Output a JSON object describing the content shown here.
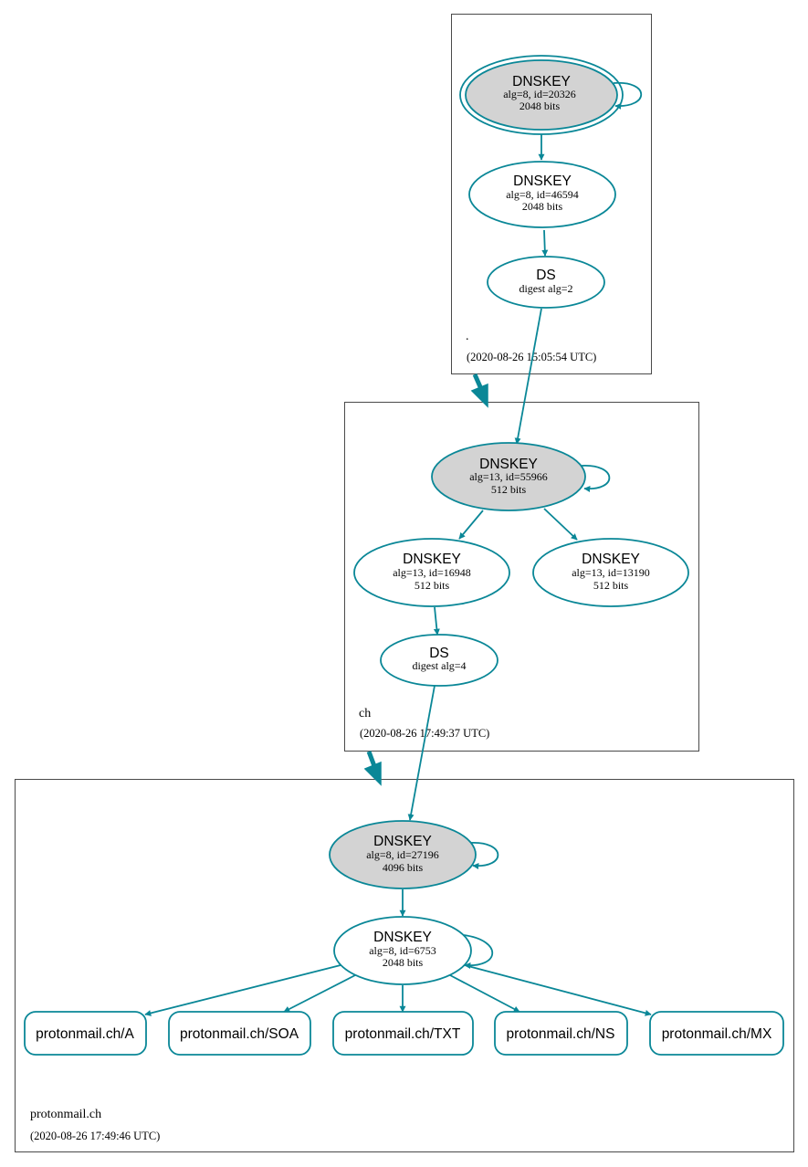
{
  "zones": [
    {
      "id": "root",
      "name": ".",
      "timestamp": "(2020-08-26 15:05:54 UTC)"
    },
    {
      "id": "ch",
      "name": "ch",
      "timestamp": "(2020-08-26 17:49:37 UTC)"
    },
    {
      "id": "protonmail",
      "name": "protonmail.ch",
      "timestamp": "(2020-08-26 17:49:46 UTC)"
    }
  ],
  "nodes": [
    {
      "id": "root_ksk",
      "type": "DNSKEY",
      "title": "DNSKEY",
      "line1": "alg=8, id=20326",
      "line2": "2048 bits",
      "fill": "#d3d3d3",
      "self_loop": true,
      "double_border": true
    },
    {
      "id": "root_zsk",
      "type": "DNSKEY",
      "title": "DNSKEY",
      "line1": "alg=8, id=46594",
      "line2": "2048 bits",
      "fill": "#ffffff"
    },
    {
      "id": "root_ds",
      "type": "DS",
      "title": "DS",
      "line1": "digest alg=2",
      "fill": "#ffffff"
    },
    {
      "id": "ch_ksk",
      "type": "DNSKEY",
      "title": "DNSKEY",
      "line1": "alg=13, id=55966",
      "line2": "512 bits",
      "fill": "#d3d3d3",
      "self_loop": true
    },
    {
      "id": "ch_zsk1",
      "type": "DNSKEY",
      "title": "DNSKEY",
      "line1": "alg=13, id=16948",
      "line2": "512 bits",
      "fill": "#ffffff"
    },
    {
      "id": "ch_zsk2",
      "type": "DNSKEY",
      "title": "DNSKEY",
      "line1": "alg=13, id=13190",
      "line2": "512 bits",
      "fill": "#ffffff"
    },
    {
      "id": "ch_ds",
      "type": "DS",
      "title": "DS",
      "line1": "digest alg=4",
      "fill": "#ffffff"
    },
    {
      "id": "pm_ksk",
      "type": "DNSKEY",
      "title": "DNSKEY",
      "line1": "alg=8, id=27196",
      "line2": "4096 bits",
      "fill": "#d3d3d3",
      "self_loop": true
    },
    {
      "id": "pm_zsk",
      "type": "DNSKEY",
      "title": "DNSKEY",
      "line1": "alg=8, id=6753",
      "line2": "2048 bits",
      "fill": "#ffffff",
      "self_loop": true
    },
    {
      "id": "rr_a",
      "type": "RRset",
      "title": "protonmail.ch/A"
    },
    {
      "id": "rr_soa",
      "type": "RRset",
      "title": "protonmail.ch/SOA"
    },
    {
      "id": "rr_txt",
      "type": "RRset",
      "title": "protonmail.ch/TXT"
    },
    {
      "id": "rr_ns",
      "type": "RRset",
      "title": "protonmail.ch/NS"
    },
    {
      "id": "rr_mx",
      "type": "RRset",
      "title": "protonmail.ch/MX"
    }
  ],
  "edges": [
    {
      "from": "root_ksk",
      "to": "root_zsk"
    },
    {
      "from": "root_zsk",
      "to": "root_ds"
    },
    {
      "from": "root_ds",
      "to": "ch_ksk"
    },
    {
      "from": "ch_ksk",
      "to": "ch_zsk1"
    },
    {
      "from": "ch_ksk",
      "to": "ch_zsk2"
    },
    {
      "from": "ch_zsk1",
      "to": "ch_ds"
    },
    {
      "from": "ch_ds",
      "to": "pm_ksk"
    },
    {
      "from": "pm_ksk",
      "to": "pm_zsk"
    },
    {
      "from": "pm_zsk",
      "to": "rr_a"
    },
    {
      "from": "pm_zsk",
      "to": "rr_soa"
    },
    {
      "from": "pm_zsk",
      "to": "rr_txt"
    },
    {
      "from": "pm_zsk",
      "to": "rr_ns"
    },
    {
      "from": "pm_zsk",
      "to": "rr_mx"
    }
  ],
  "delegations": [
    {
      "from": "root",
      "to": "ch"
    },
    {
      "from": "ch",
      "to": "protonmail"
    }
  ],
  "colors": {
    "edge": "#0a8797",
    "ksk_fill": "#d3d3d3",
    "zone_border": "#4a4a4a"
  }
}
